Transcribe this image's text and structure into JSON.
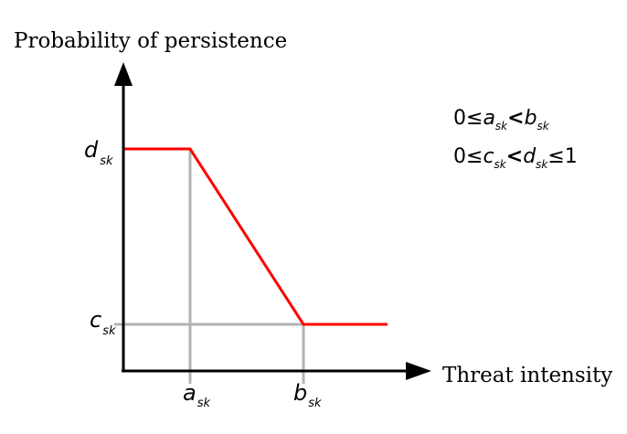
{
  "axes": {
    "y_label": "Probability of persistence",
    "x_label": "Threat intensity"
  },
  "ticks": {
    "d": {
      "base": "d",
      "sub": "sk"
    },
    "c": {
      "base": "c",
      "sub": "sk"
    },
    "a": {
      "base": "a",
      "sub": "sk"
    },
    "b": {
      "base": "b",
      "sub": "sk"
    }
  },
  "constraints": {
    "line1": {
      "zero": "0",
      "le": "≤",
      "a": "a",
      "a_sub": "sk",
      "lt": "<",
      "b": "b",
      "b_sub": "sk"
    },
    "line2": {
      "zero": "0",
      "le": "≤",
      "c": "c",
      "c_sub": "sk",
      "lt": "<",
      "d": "d",
      "d_sub": "sk",
      "le2": "≤",
      "one": "1"
    }
  },
  "colors": {
    "curve": "#ff0000",
    "guides": "#b3b3b3",
    "axis": "#000000"
  }
}
